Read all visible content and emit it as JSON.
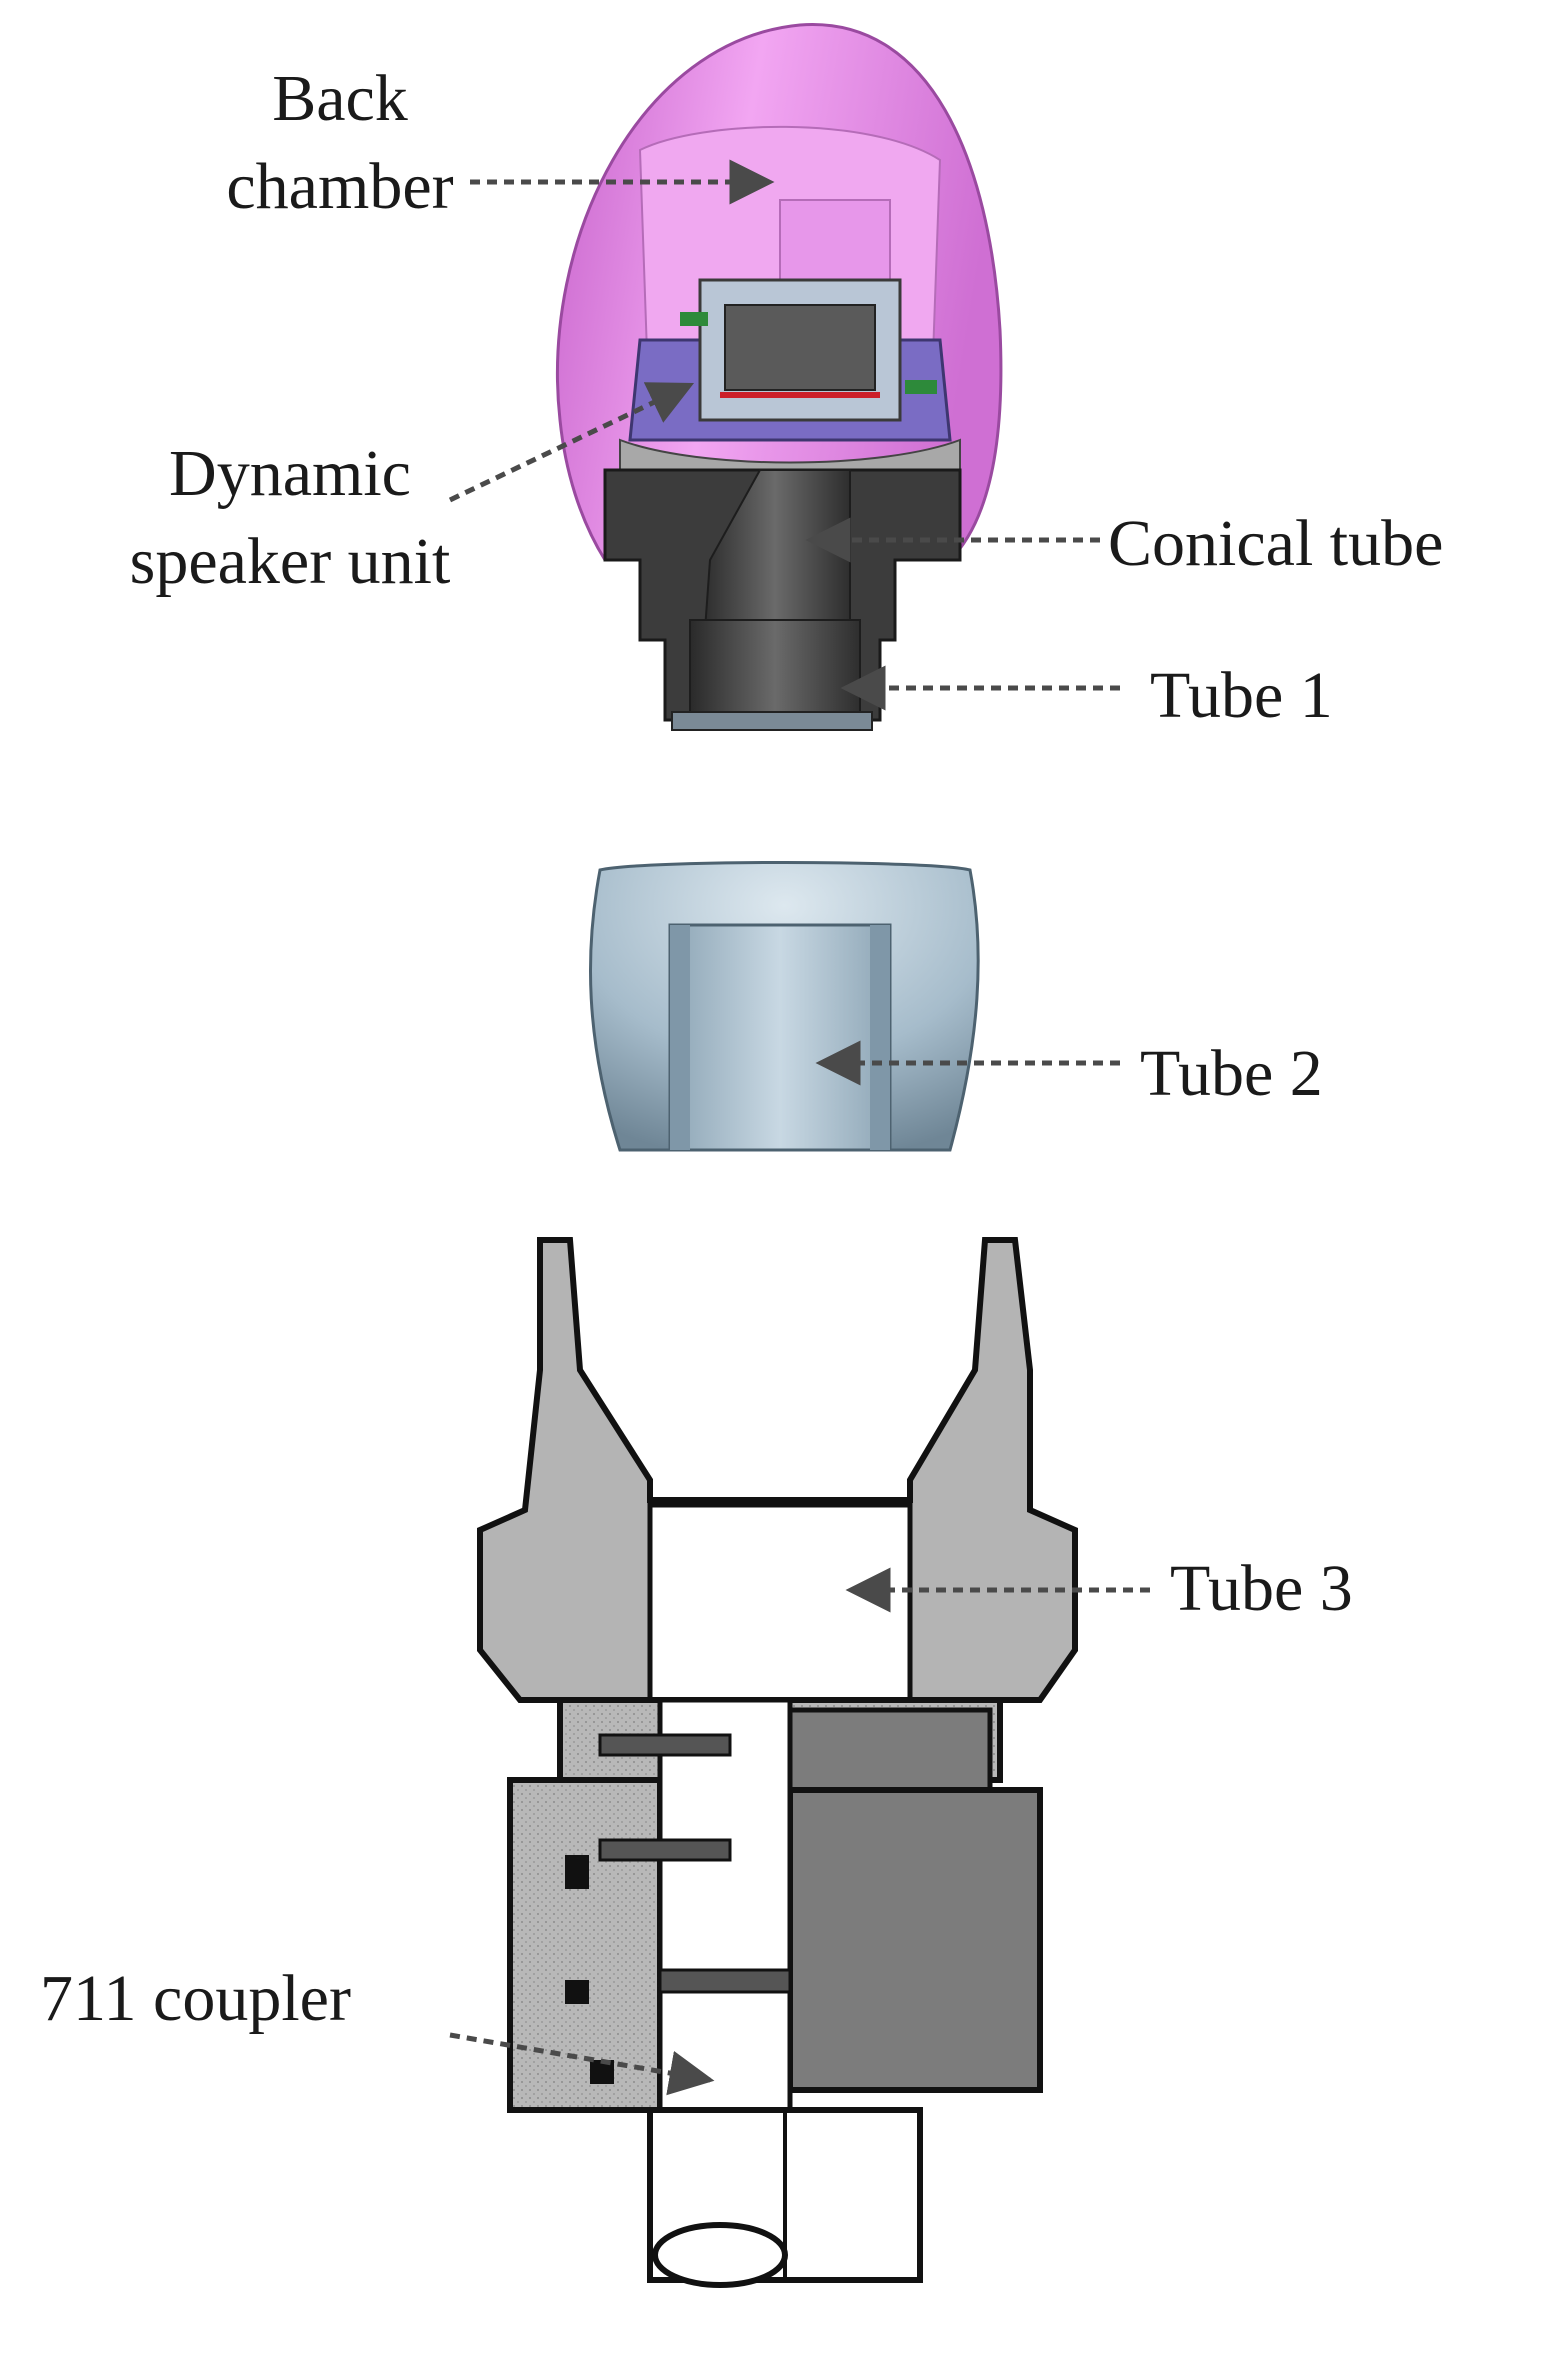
{
  "labels": {
    "back_chamber": [
      "Back",
      "chamber"
    ],
    "dynamic_speaker_unit": [
      "Dynamic",
      "speaker unit"
    ],
    "conical_tube": "Conical tube",
    "tube_1": "Tube 1",
    "tube_2": "Tube 2",
    "tube_3": "Tube 3",
    "coupler": "711 coupler"
  },
  "colors": {
    "shell": "#e27ee6",
    "shell_dark": "#b55cbd",
    "speaker_frame": "#7c70c8",
    "tube_dark": "#3e3e3e",
    "eartip": "#9fb4c4",
    "coupler_gray": "#b0b0b0",
    "coupler_dark": "#7a7a7a"
  }
}
